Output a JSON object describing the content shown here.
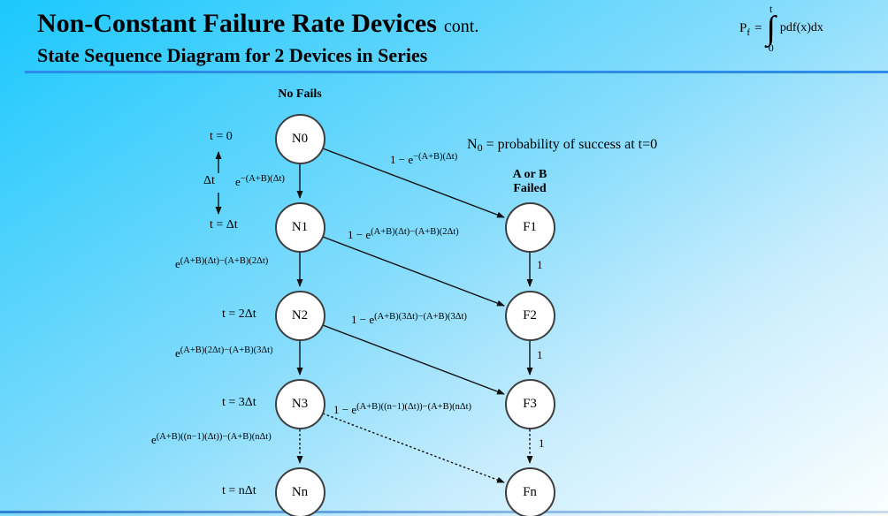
{
  "slide": {
    "title": "Non-Constant Failure Rate Devices",
    "title_suffix": "cont.",
    "subtitle": "State Sequence Diagram for 2 Devices in Series"
  },
  "formula": {
    "lhs_base": "P",
    "lhs_sub": "f",
    "equals": "=",
    "integral_upper": "t",
    "integral_sign": "∫",
    "integral_lower": "0",
    "integrand": "pdf(x)dx"
  },
  "note": {
    "base": "N",
    "sub": "0",
    "rest": " = probability of success at t=0"
  },
  "column_headers": {
    "no_fails": "No Fails",
    "failed_line1": "A or B",
    "failed_line2": "Failed"
  },
  "time_labels": {
    "t0": "t = 0",
    "dt": "Δt",
    "t1": "t = Δt",
    "t2": "t = 2Δt",
    "t3": "t = 3Δt",
    "tn": "t = nΔt"
  },
  "nodes": {
    "n0": "N0",
    "n1": "N1",
    "n2": "N2",
    "n3": "N3",
    "nn": "Nn",
    "f1": "F1",
    "f2": "F2",
    "f3": "F3",
    "fn": "Fn"
  },
  "transitions": {
    "n0_n1": {
      "base": "e",
      "exp": "−(A+B)(Δt)"
    },
    "n0_f1": {
      "base": "1 − e",
      "exp": "−(A+B)(Δt)"
    },
    "n1_n2": {
      "base": "e",
      "exp": "(A+B)(Δt)−(A+B)(2Δt)"
    },
    "n1_f2": {
      "base": "1 − e",
      "exp": "(A+B)(Δt)−(A+B)(2Δt)"
    },
    "n2_n3": {
      "base": "e",
      "exp": "(A+B)(2Δt)−(A+B)(3Δt)"
    },
    "n2_f3": {
      "base": "1 − e",
      "exp": "(A+B)(3Δt)−(A+B)(3Δt)"
    },
    "n3_nn": {
      "base": "e",
      "exp": "(A+B)((n−1)(Δt))−(A+B)(nΔt)"
    },
    "n3_fn": {
      "base": "1 − e",
      "exp": "(A+B)((n−1)(Δt))−(A+B)(nΔt)"
    },
    "f1_f2": "1",
    "f2_f3": "1",
    "f3_fn": "1"
  },
  "colors": {
    "bg_start": "#1bc8fd",
    "bg_end": "#fbfeff",
    "rule_blue": "#2d8ce8",
    "line": "#111111",
    "node_fill": "#ffffff",
    "node_stroke": "#3f3f3f"
  }
}
